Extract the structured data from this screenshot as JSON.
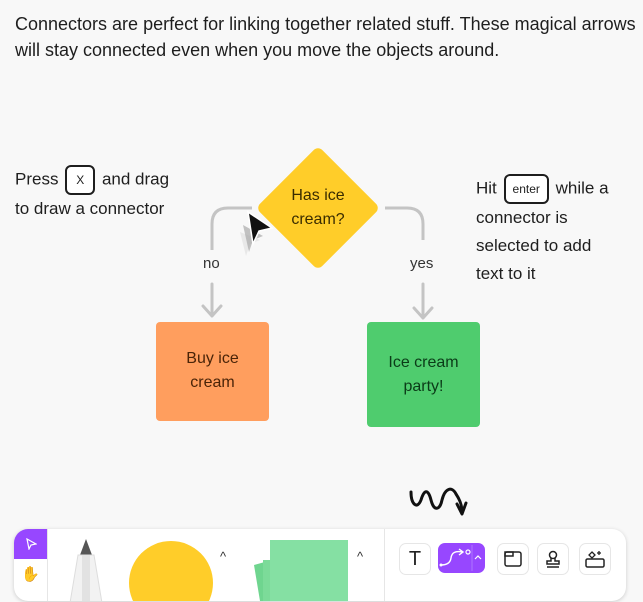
{
  "intro": {
    "text": "Connectors are perfect for linking together related stuff. These magical arrows will stay connected even when you move the objects around."
  },
  "notes": {
    "left": {
      "before": "Press",
      "key": "X",
      "after": "and drag",
      "line2": "to draw a connector"
    },
    "right": {
      "before": "Hit",
      "key": "enter",
      "after": "while a",
      "line2": "connector is",
      "line3": "selected to add",
      "line4": "text to it"
    }
  },
  "flowchart": {
    "decision": {
      "label": "Has ice cream?",
      "color": "#ffcd29"
    },
    "no_branch": {
      "label": "no",
      "target": "Buy ice cream",
      "color": "#ff9e5e"
    },
    "yes_branch": {
      "label": "yes",
      "target": "Ice cream party!",
      "color": "#4fcc6e"
    },
    "connector_color": "#c4c4c4"
  },
  "decorations": {
    "squiggle_arrow": "squiggle-arrow-icon",
    "cursor": "cursor-icon"
  },
  "toolbar": {
    "accent": "#9747ff",
    "mode": [
      {
        "name": "move-tool",
        "icon": "pointer-icon",
        "active": true
      },
      {
        "name": "hand-tool",
        "icon": "hand-icon",
        "active": false
      }
    ],
    "tools": [
      {
        "name": "marker",
        "icon": "marker-icon"
      },
      {
        "name": "shape",
        "icon": "circle-shape-icon",
        "color": "#ffcd29"
      },
      {
        "name": "sticky",
        "icon": "sticky-note-icon",
        "color": "#85e0a3"
      },
      {
        "name": "text",
        "icon": "text-icon"
      },
      {
        "name": "connector",
        "icon": "connector-icon",
        "active": true
      },
      {
        "name": "section",
        "icon": "section-icon"
      },
      {
        "name": "stamp",
        "icon": "stamp-icon"
      },
      {
        "name": "more",
        "icon": "more-tools-icon"
      }
    ]
  }
}
